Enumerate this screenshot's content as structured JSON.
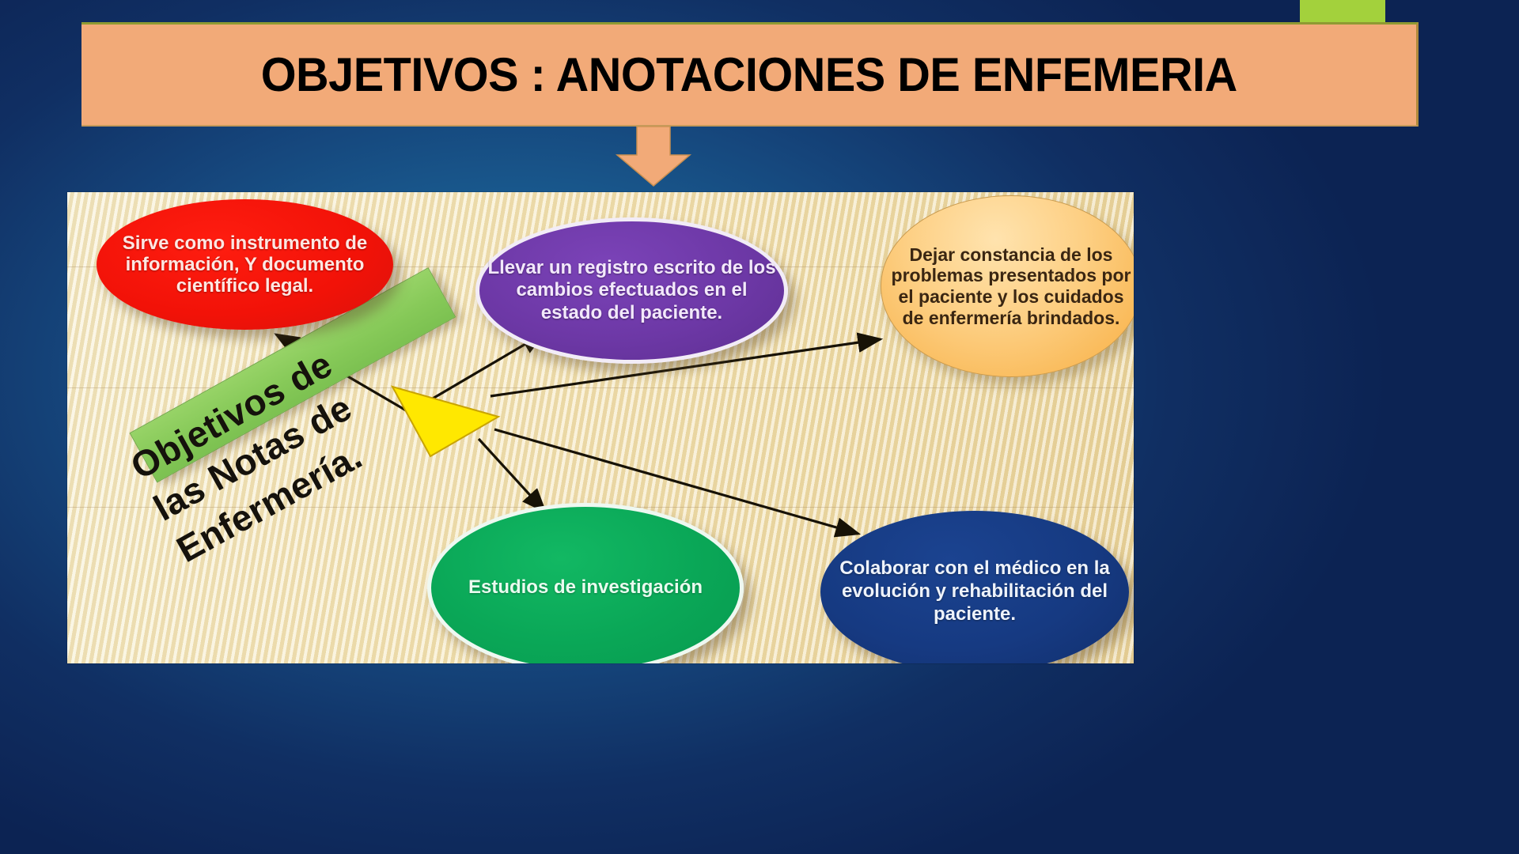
{
  "slide": {
    "title": "OBJETIVOS : ANOTACIONES DE ENFEMERIA",
    "accent_color": "#a3d13c",
    "banner_color": "#f2aa78",
    "background_color": "#123a72"
  },
  "diagram": {
    "center_label_lines": [
      "Objetivos de",
      "las Notas de",
      "Enfermería."
    ],
    "center_label_full": "Objetivos de las Notas de Enfermería.",
    "center_shape": "yellow-triangle",
    "nodes": [
      {
        "id": "red",
        "text": "Sirve como instrumento de información, Y documento científico legal.",
        "color": "#f21208",
        "text_color": "#fde7e2",
        "position": "top-left"
      },
      {
        "id": "purple",
        "text": "Llevar un registro escrito de los cambios efectuados en el estado del paciente.",
        "color": "#6d38a6",
        "text_color": "#f3e9fb",
        "position": "top-center"
      },
      {
        "id": "orange",
        "text": "Dejar constancia de los problemas presentados por el paciente y los cuidados de enfermería brindados.",
        "color": "#f9b855",
        "text_color": "#3a2612",
        "position": "top-right"
      },
      {
        "id": "green",
        "text": "Estudios de investigación",
        "color": "#0aa757",
        "text_color": "#e9fbef",
        "position": "bottom-center"
      },
      {
        "id": "navy",
        "text": "Colaborar con el médico en la evolución y rehabilitación del paciente.",
        "color": "#163a82",
        "text_color": "#eef3fb",
        "position": "bottom-right"
      }
    ]
  }
}
